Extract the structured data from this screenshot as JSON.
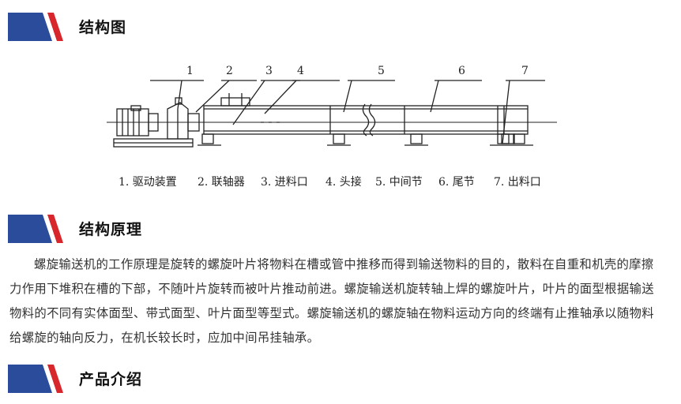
{
  "sections": [
    {
      "title": "结构图"
    },
    {
      "title": "结构原理"
    },
    {
      "title": "产品介绍"
    }
  ],
  "colors": {
    "badge_blue": "#2b4c9b",
    "badge_red": "#d8262d",
    "line": "#222222"
  },
  "diagram": {
    "callouts": [
      "1",
      "2",
      "3",
      "4",
      "5",
      "6",
      "7"
    ],
    "legend": [
      "1. 驱动装置",
      "2. 联轴器",
      "3. 进料口",
      "4. 头接",
      "5. 中间节",
      "6.  尾节",
      "7. 出料口"
    ]
  },
  "principle": {
    "text": "螺旋输送机的工作原理是旋转的螺旋叶片将物料在槽或管中推移而得到输送物料的目的，散料在自重和机壳的摩擦力作用下堆积在槽的下部，不随叶片旋转而被叶片推动前进。螺旋输送机旋转轴上焊的螺旋叶片，叶片的面型根据输送物料的不同有实体面型、带式面型、叶片面型等型式。螺旋输送机的螺旋轴在物料运动方向的终端有止推轴承以随物料给螺旋的轴向反力，在机长较长时，应加中间吊挂轴承。"
  }
}
